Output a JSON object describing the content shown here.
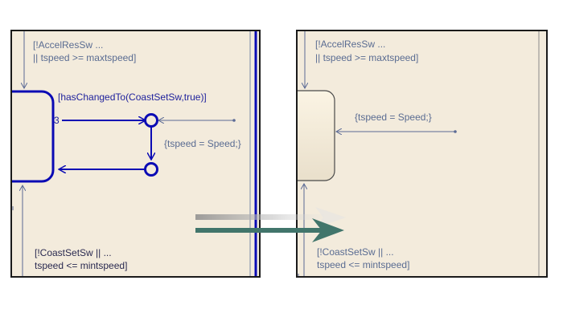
{
  "colors": {
    "canvas": "#f3ebdc",
    "highlight_blue": "#0a0ab4",
    "dim_line": "#5b6a95",
    "arrow": "#41756b"
  },
  "left": {
    "top_condition_line1": "[!AccelResSw ...",
    "top_condition_line2": "|| tspeed >= maxtspeed]",
    "transition_label": "[hasChangedTo(CoastSetSw,true)]",
    "priority": "3",
    "action_label": "{tspeed = Speed;}",
    "bottom_condition_line1": "[!CoastSetSw || ...",
    "bottom_condition_line2": "tspeed <= mintspeed]"
  },
  "right": {
    "top_condition_line1": "[!AccelResSw ...",
    "top_condition_line2": "|| tspeed >= maxtspeed]",
    "action_label": "{tspeed = Speed;}",
    "bottom_condition_line1": "[!CoastSetSw || ...",
    "bottom_condition_line2": "tspeed <= mintspeed]"
  }
}
